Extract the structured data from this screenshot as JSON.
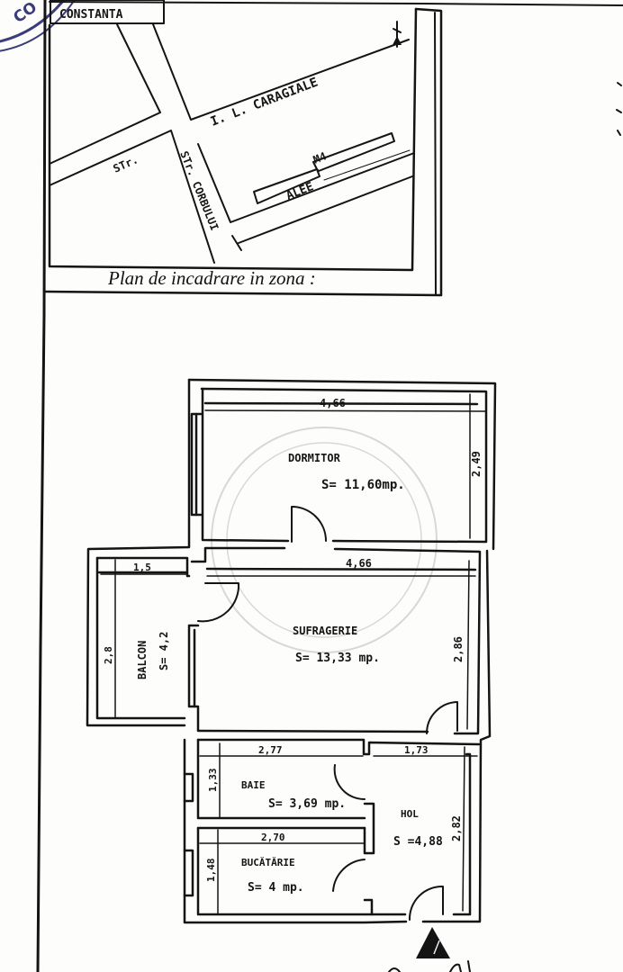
{
  "stamp": {
    "partial_text": "CO"
  },
  "location_plan": {
    "city_label": "CONSTANTA",
    "caption": "Plan de incadrare in zona :",
    "streets": [
      {
        "id": "caragiale",
        "label": "I. L. CARAGIALE"
      },
      {
        "id": "unnamed",
        "label": "STr."
      },
      {
        "id": "corbului",
        "label": "STr. CORBULUI"
      },
      {
        "id": "alee",
        "label": "ALEE"
      }
    ],
    "building_label": "M4",
    "north_arrow": "north-arrow-icon"
  },
  "floor_plan": {
    "rooms": [
      {
        "id": "dormitor",
        "name": "DORMITOR",
        "area": "S= 11,60mp.",
        "width": "4,66",
        "depth": "2,49"
      },
      {
        "id": "sufragerie",
        "name": "SUFRAGERIE",
        "area": "S= 13,33 mp.",
        "width": "4,66",
        "depth": "2,86"
      },
      {
        "id": "balcon",
        "name": "BALCON",
        "area": "S= 4,2",
        "width": "1,5",
        "depth": "2,8"
      },
      {
        "id": "baie",
        "name": "BAIE",
        "area": "S= 3,69 mp.",
        "width": "2,77",
        "depth": "1,33"
      },
      {
        "id": "bucatarie",
        "name": "BUCĂTĂRIE",
        "area": "S= 4 mp.",
        "width": "2,70",
        "depth": "1,48"
      },
      {
        "id": "hol",
        "name": "HOL",
        "area": "S =4,88",
        "width": "1,73",
        "depth": "2,82"
      }
    ],
    "entrance_marker": "entrance-triangle-icon"
  },
  "colors": {
    "ink": "#141414",
    "paper": "#fdfdfc",
    "stamp": "#3b3d7a"
  }
}
